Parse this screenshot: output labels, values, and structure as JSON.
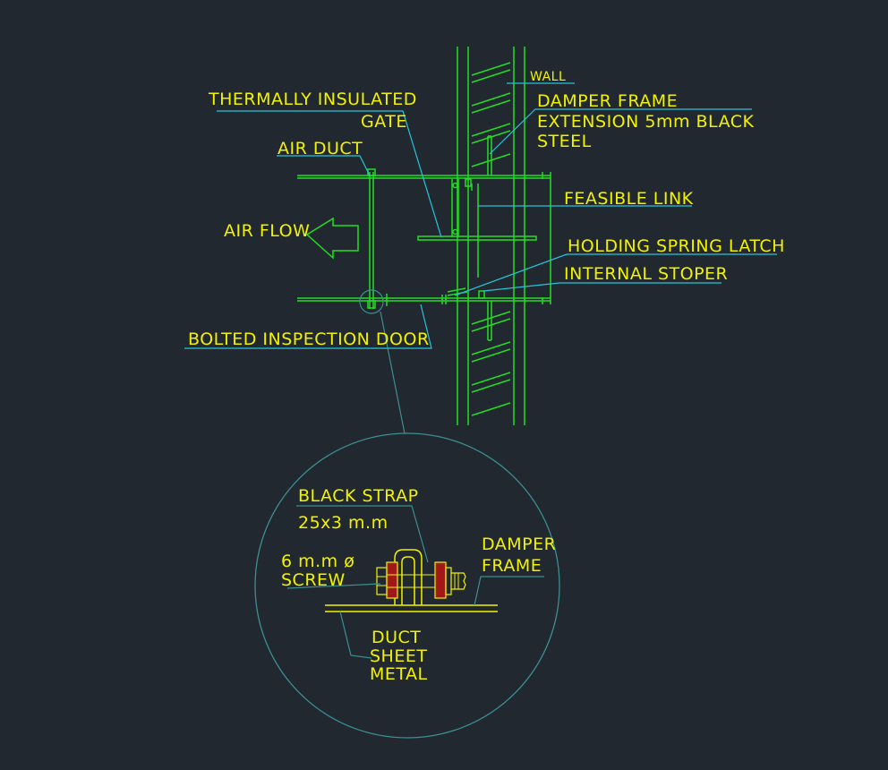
{
  "drawing": {
    "colors": {
      "background": "#212830",
      "text": "#f2f200",
      "leader": "#27c4d8",
      "geometry": "#22dd22",
      "detail_circle": "#3d8f90",
      "strap_fill": "#a01818"
    },
    "labels": {
      "wall": "WALL",
      "damper_frame_ext_1": "DAMPER FRAME",
      "damper_frame_ext_2": "EXTENSION 5mm BLACK",
      "damper_frame_ext_3": "STEEL",
      "thermally_insulated_1": "THERMALLY INSULATED",
      "thermally_insulated_2": "GATE",
      "air_duct": "AIR DUCT",
      "feasible_link": "FEASIBLE LINK",
      "air_flow": "AIR FLOW",
      "holding_spring_latch": "HOLDING SPRING LATCH",
      "internal_stoper": "INTERNAL STOPER",
      "bolted_inspection_door": "BOLTED INSPECTION DOOR"
    },
    "detail": {
      "black_strap_1": "BLACK STRAP",
      "black_strap_2": "25x3 m.m",
      "screw_1": "6 m.m ø",
      "screw_2": "SCREW",
      "damper_frame_1": "DAMPER",
      "damper_frame_2": "FRAME",
      "duct_sheet_1": "DUCT",
      "duct_sheet_2": "SHEET",
      "duct_sheet_3": "METAL"
    }
  }
}
